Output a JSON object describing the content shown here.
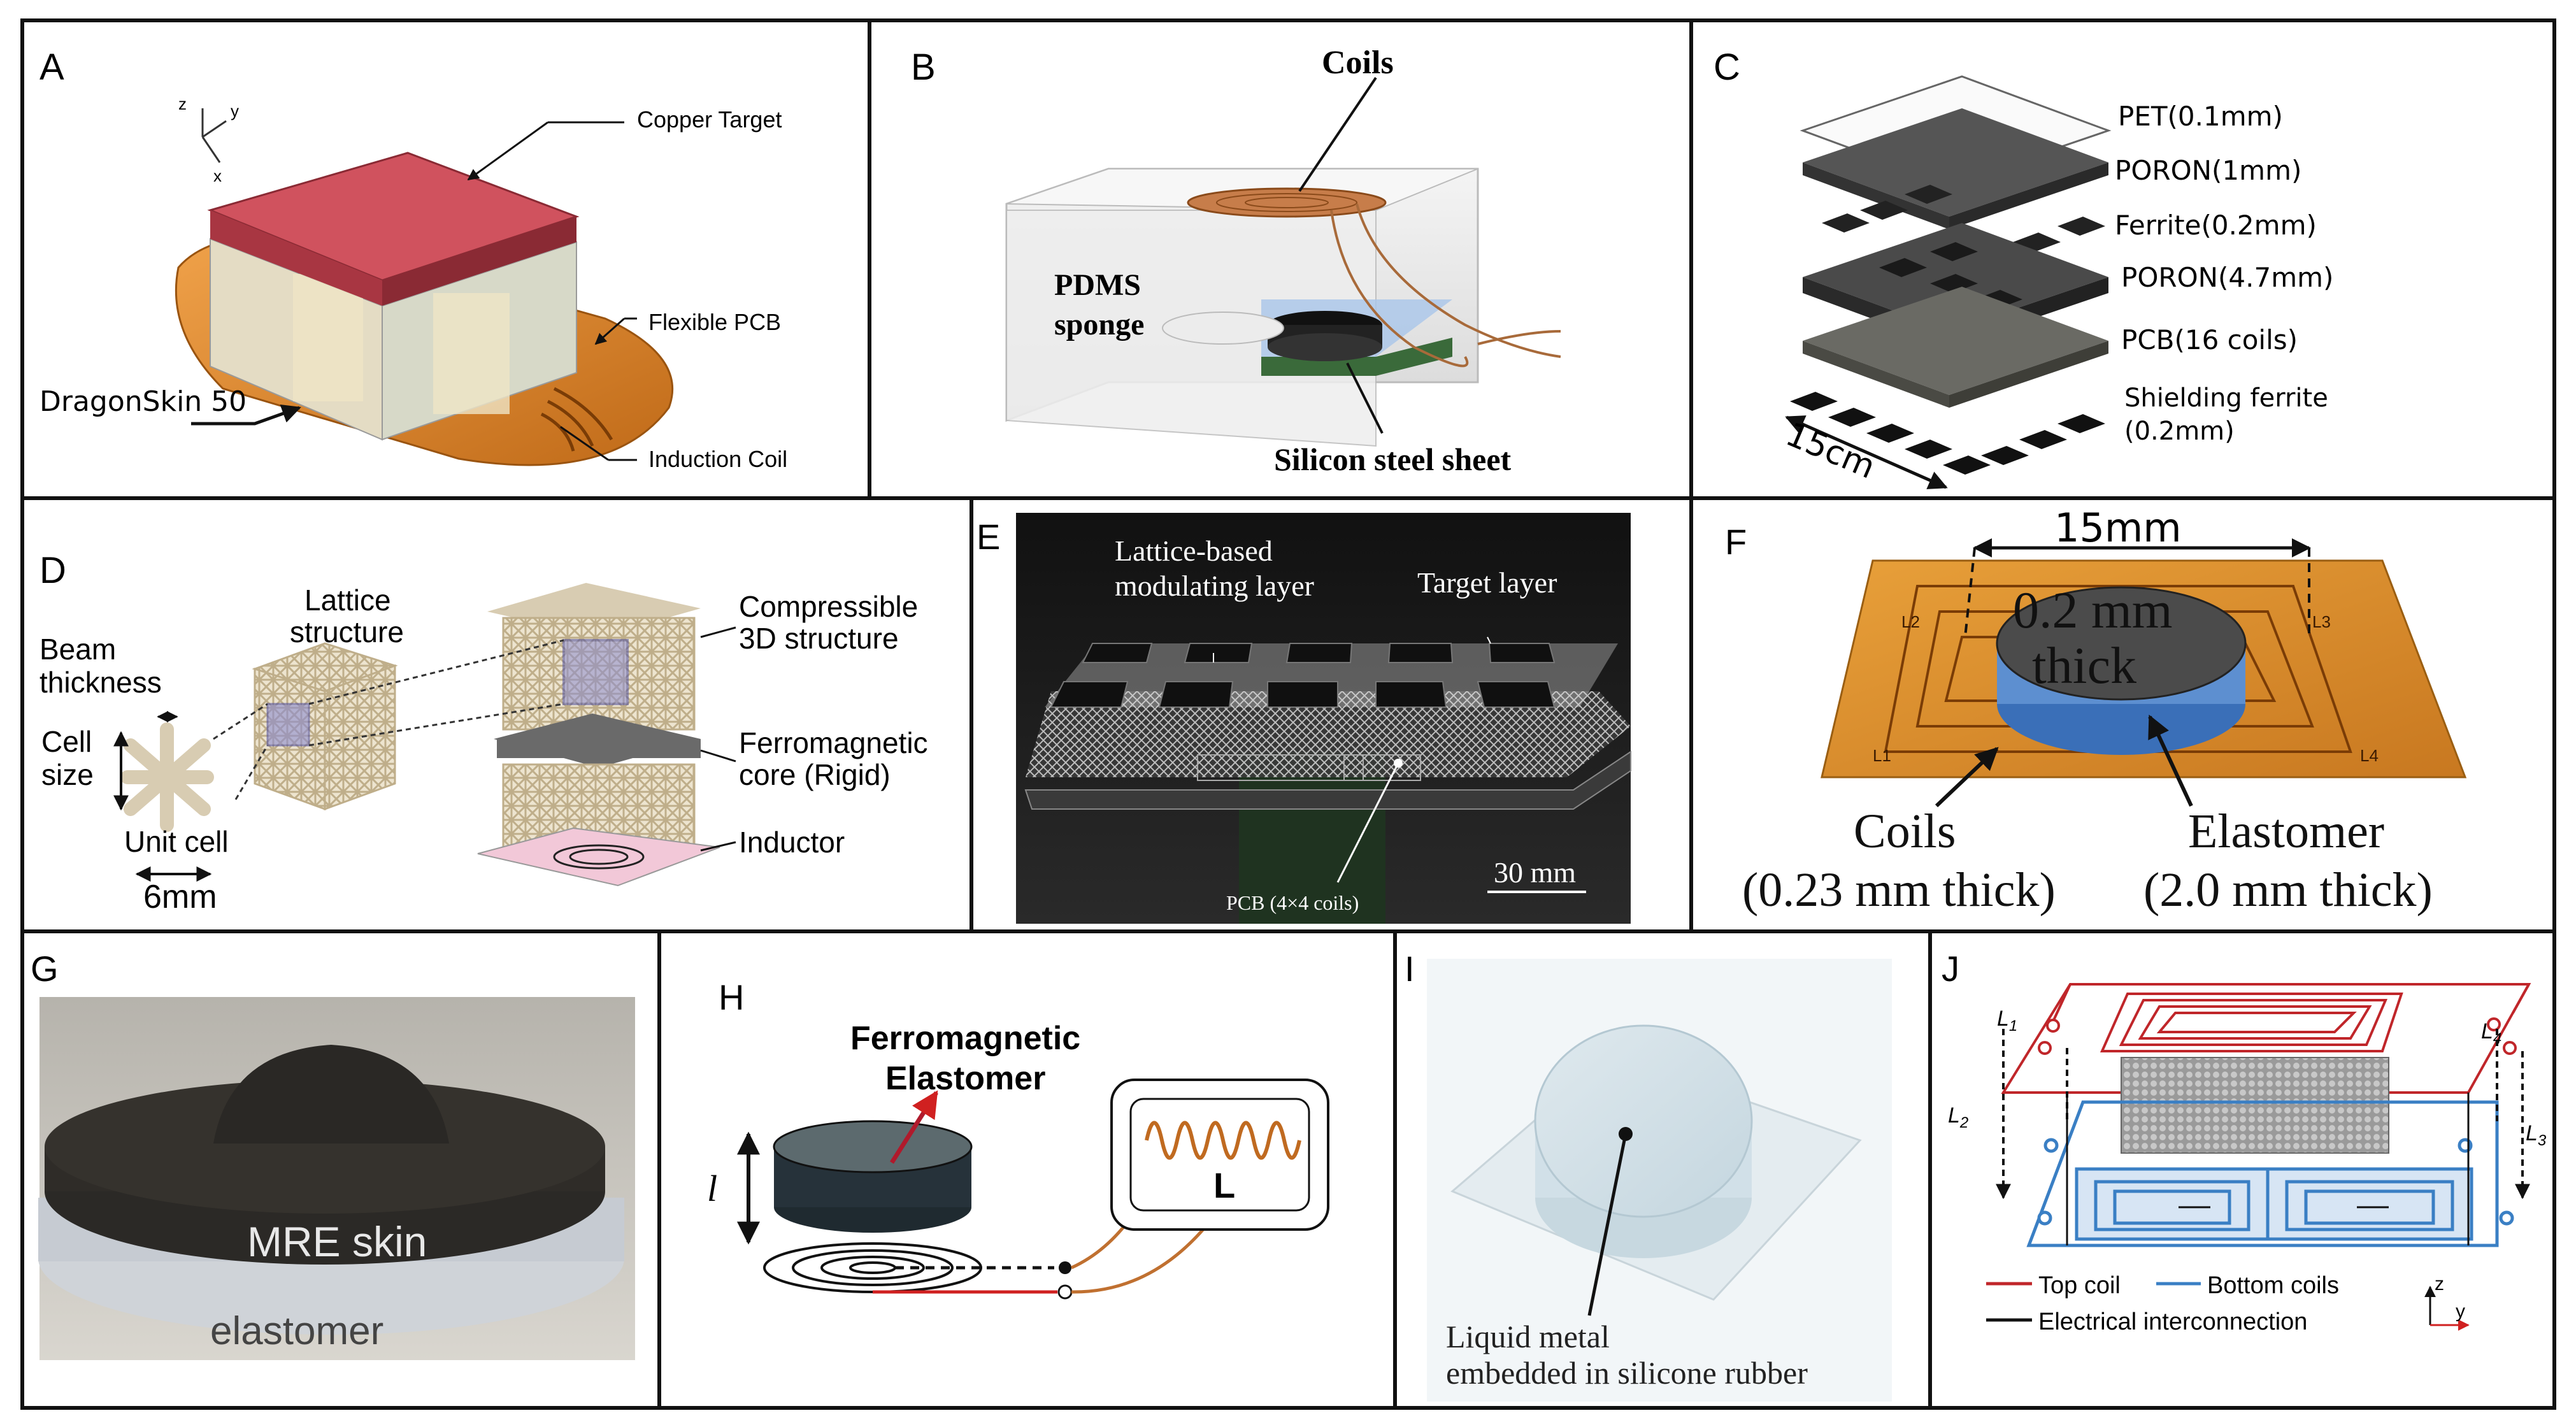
{
  "panels": {
    "A": {
      "letter": "A",
      "labels": {
        "copper_target": "Copper Target",
        "flexible_pcb": "Flexible PCB",
        "dragonskin": "DragonSkin 50",
        "induction_coil": "Induction Coil"
      },
      "axes": {
        "z": "z",
        "y": "y",
        "x": "x"
      }
    },
    "B": {
      "letter": "B",
      "labels": {
        "coils": "Coils",
        "pdms_1": "PDMS",
        "pdms_2": "sponge",
        "steel": "Silicon steel sheet"
      }
    },
    "C": {
      "letter": "C",
      "labels": {
        "pet": "PET(0.1mm)",
        "poron1": "PORON(1mm)",
        "ferrite": "Ferrite(0.2mm)",
        "poron2": "PORON(4.7mm)",
        "pcb": "PCB(16 coils)",
        "shield_1": "Shielding ferrite",
        "shield_2": "(0.2mm)",
        "dim": "15cm"
      }
    },
    "D": {
      "letter": "D",
      "labels": {
        "beam_1": "Beam",
        "beam_2": "thickness",
        "cell_1": "Cell",
        "cell_2": "size",
        "lattice_1": "Lattice",
        "lattice_2": "structure",
        "unit_cell": "Unit cell",
        "six_mm": "6mm",
        "comp_1": "Compressible",
        "comp_2": "3D structure",
        "ferro_1": "Ferromagnetic",
        "ferro_2": "core (Rigid)",
        "inductor": "Inductor"
      }
    },
    "E": {
      "letter": "E",
      "labels": {
        "lattice_1": "Lattice-based",
        "lattice_2": "modulating layer",
        "target": "Target layer",
        "pcb": "PCB (4×4 coils)",
        "scale": "30 mm"
      }
    },
    "F": {
      "letter": "F",
      "labels": {
        "dim": "15mm",
        "thick_1": "0.2 mm",
        "thick_2": "thick",
        "coils_1": "Coils",
        "coils_2": "(0.23 mm thick)",
        "elast_1": "Elastomer",
        "elast_2": "(2.0 mm thick)",
        "l1": "L1",
        "l2": "L2",
        "l3": "L3",
        "l4": "L4"
      }
    },
    "G": {
      "letter": "G",
      "labels": {
        "mre": "MRE  skin",
        "elastomer": "elastomer"
      }
    },
    "H": {
      "letter": "H",
      "labels": {
        "ferro_1": "Ferromagnetic",
        "ferro_2": "Elastomer",
        "l_side": "l",
        "l_box": "L"
      }
    },
    "I": {
      "letter": "I",
      "labels": {
        "lm_1": "Liquid metal",
        "lm_2": "embedded in silicone rubber"
      }
    },
    "J": {
      "letter": "J",
      "labels": {
        "l1": "L",
        "l1_sub": "1",
        "l2": "L",
        "l2_sub": "2",
        "l3": "L",
        "l3_sub": "3",
        "l4": "L",
        "l4_sub": "4",
        "top_coil": "Top coil",
        "bottom_coils": "Bottom coils",
        "interconnect": "Electrical interconnection",
        "z": "z",
        "y": "y"
      }
    },
    "colors": {
      "border": "#111111",
      "copper_red": "#d0525e",
      "coil_orange": "#d98030",
      "coil_red": "#b8262a",
      "coil_blue": "#3a7fc4",
      "lattice": "#d8ccb2"
    }
  }
}
